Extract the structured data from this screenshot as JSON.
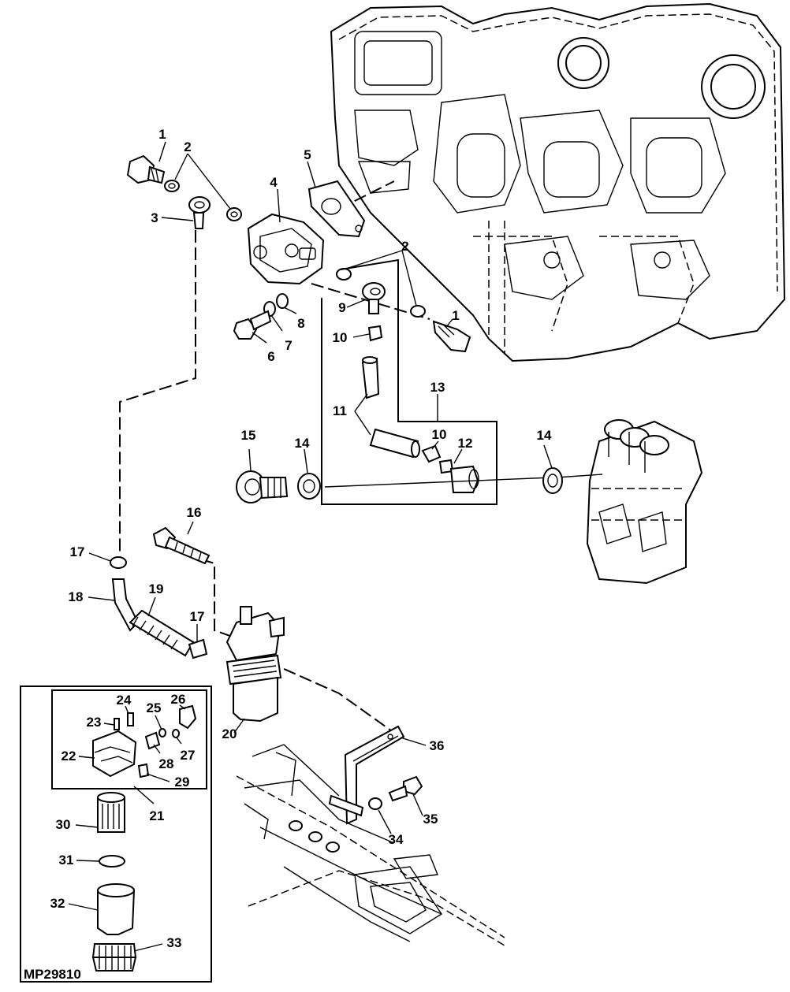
{
  "figure_id": "MP29810",
  "callouts": [
    {
      "id": "c1a",
      "text": "1"
    },
    {
      "id": "c2a",
      "text": "2"
    },
    {
      "id": "c3",
      "text": "3"
    },
    {
      "id": "c4",
      "text": "4"
    },
    {
      "id": "c5",
      "text": "5"
    },
    {
      "id": "c2b",
      "text": "2"
    },
    {
      "id": "c1b",
      "text": "1"
    },
    {
      "id": "c9",
      "text": "9"
    },
    {
      "id": "c10a",
      "text": "10"
    },
    {
      "id": "c8",
      "text": "8"
    },
    {
      "id": "c7",
      "text": "7"
    },
    {
      "id": "c6",
      "text": "6"
    },
    {
      "id": "c13",
      "text": "13"
    },
    {
      "id": "c11",
      "text": "11"
    },
    {
      "id": "c10b",
      "text": "10"
    },
    {
      "id": "c12",
      "text": "12"
    },
    {
      "id": "c15",
      "text": "15"
    },
    {
      "id": "c14a",
      "text": "14"
    },
    {
      "id": "c14b",
      "text": "14"
    },
    {
      "id": "c16",
      "text": "16"
    },
    {
      "id": "c17a",
      "text": "17"
    },
    {
      "id": "c18",
      "text": "18"
    },
    {
      "id": "c19",
      "text": "19"
    },
    {
      "id": "c17b",
      "text": "17"
    },
    {
      "id": "c20",
      "text": "20"
    },
    {
      "id": "c24",
      "text": "24"
    },
    {
      "id": "c25",
      "text": "25"
    },
    {
      "id": "c26",
      "text": "26"
    },
    {
      "id": "c23",
      "text": "23"
    },
    {
      "id": "c22",
      "text": "22"
    },
    {
      "id": "c28",
      "text": "28"
    },
    {
      "id": "c27",
      "text": "27"
    },
    {
      "id": "c29",
      "text": "29"
    },
    {
      "id": "c21",
      "text": "21"
    },
    {
      "id": "c36",
      "text": "36"
    },
    {
      "id": "c30",
      "text": "30"
    },
    {
      "id": "c31",
      "text": "31"
    },
    {
      "id": "c32",
      "text": "32"
    },
    {
      "id": "c33",
      "text": "33"
    },
    {
      "id": "c35",
      "text": "35"
    },
    {
      "id": "c34",
      "text": "34"
    }
  ]
}
